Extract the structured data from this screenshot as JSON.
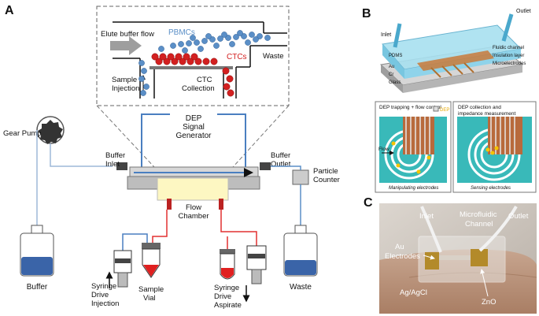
{
  "panels": {
    "a": "A",
    "b": "B",
    "c": "C"
  },
  "inset": {
    "flow": "Elute buffer flow",
    "pbmcs": "PBMCs",
    "ctcs": "CTCs",
    "waste": "Waste",
    "sample1": "Sample",
    "sample2": "Injection",
    "ctc1": "CTC",
    "ctc2": "Collection"
  },
  "system": {
    "dep1": "DEP",
    "dep2": "Signal",
    "dep3": "Generator",
    "gear1": "Gear Pump",
    "bufin1": "Buffer",
    "bufin2": "Inlet",
    "bufout1": "Buffer",
    "bufout2": "Outlet",
    "particle1": "Particle",
    "particle2": "Counter",
    "flow1": "Flow",
    "flow2": "Chamber",
    "buffer": "Buffer",
    "waste": "Waste",
    "sd1a": "Syringe",
    "sd1b": "Drive",
    "sd1c": "Injection",
    "vial1": "Sample",
    "vial2": "Vial",
    "sd2a": "Syringe",
    "sd2b": "Drive",
    "sd2c": "Aspirate"
  },
  "chip": {
    "inlet": "Inlet",
    "outlet": "Outlet",
    "pdms": "PDMS",
    "au": "Au",
    "cr": "Cr",
    "glass": "Glass",
    "fluidic": "Fluidic channel",
    "insulation": "Insulation layer",
    "micro": "Microelectrodes"
  },
  "dep_left": {
    "title": "DEP trapping + flow control",
    "legend": "DEP",
    "flow": "Flow",
    "caption": "Manipulating electrodes"
  },
  "dep_right": {
    "title1": "DEP collection and",
    "title2": "impedance measurement",
    "caption": "Sensing electrodes"
  },
  "photo": {
    "inlet": "Inlet",
    "micro1": "Microfluidic",
    "micro2": "Channel",
    "outlet": "Outlet",
    "au1": "Au",
    "au2": "Electrodes",
    "agcl": "Ag/AgCl",
    "zno": "ZnO"
  },
  "colors": {
    "ctc": "#d32020",
    "pbmc": "#5b8fc7",
    "tube_blue": "#5b8fc7",
    "tube_red": "#e23030",
    "buffer_fill": "#3a64a8"
  }
}
